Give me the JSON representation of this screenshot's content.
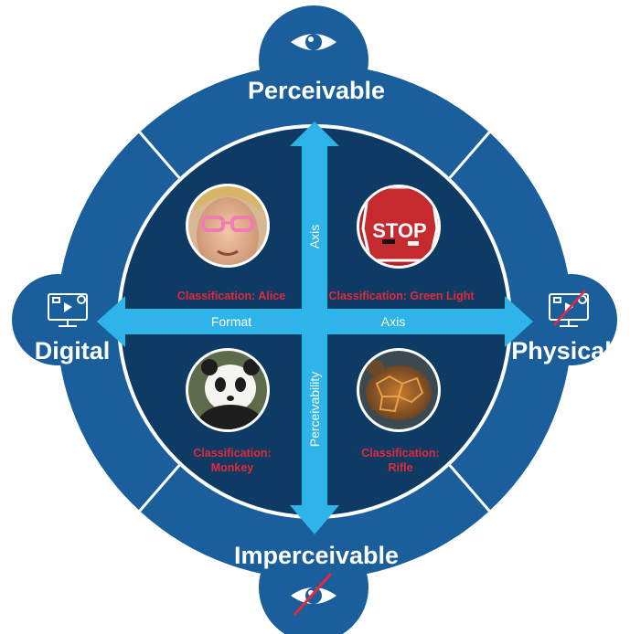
{
  "poles": {
    "top": {
      "label": "Perceivable",
      "icon": "eye-icon"
    },
    "bottom": {
      "label": "Imperceivable",
      "icon": "eye-crossed-icon"
    },
    "left": {
      "label": "Digital",
      "icon": "computer-icon"
    },
    "right": {
      "label": "Physical",
      "icon": "computer-crossed-icon"
    }
  },
  "axes": {
    "horizontal": {
      "left_label": "Format",
      "right_label": "Axis"
    },
    "vertical": {
      "upper_label": "Axis",
      "lower_label": "Perceivability"
    }
  },
  "quadrants": [
    {
      "position": "top-left",
      "image": "face-photo",
      "classification": "Classification: Alice"
    },
    {
      "position": "top-right",
      "image": "stop-sign-photo",
      "sign_text": "STOP",
      "classification": "Classification: Green Light"
    },
    {
      "position": "bottom-left",
      "image": "panda-photo",
      "classification_lines": [
        "Classification:",
        "Monkey"
      ]
    },
    {
      "position": "bottom-right",
      "image": "turtle-photo",
      "classification_lines": [
        "Classification:",
        "Rifle"
      ]
    }
  ],
  "colors": {
    "outer_ring": "#1a5e9c",
    "inner_circle": "#0d3b63",
    "arrows": "#2fb4e9",
    "classification_text": "#e5283a"
  }
}
